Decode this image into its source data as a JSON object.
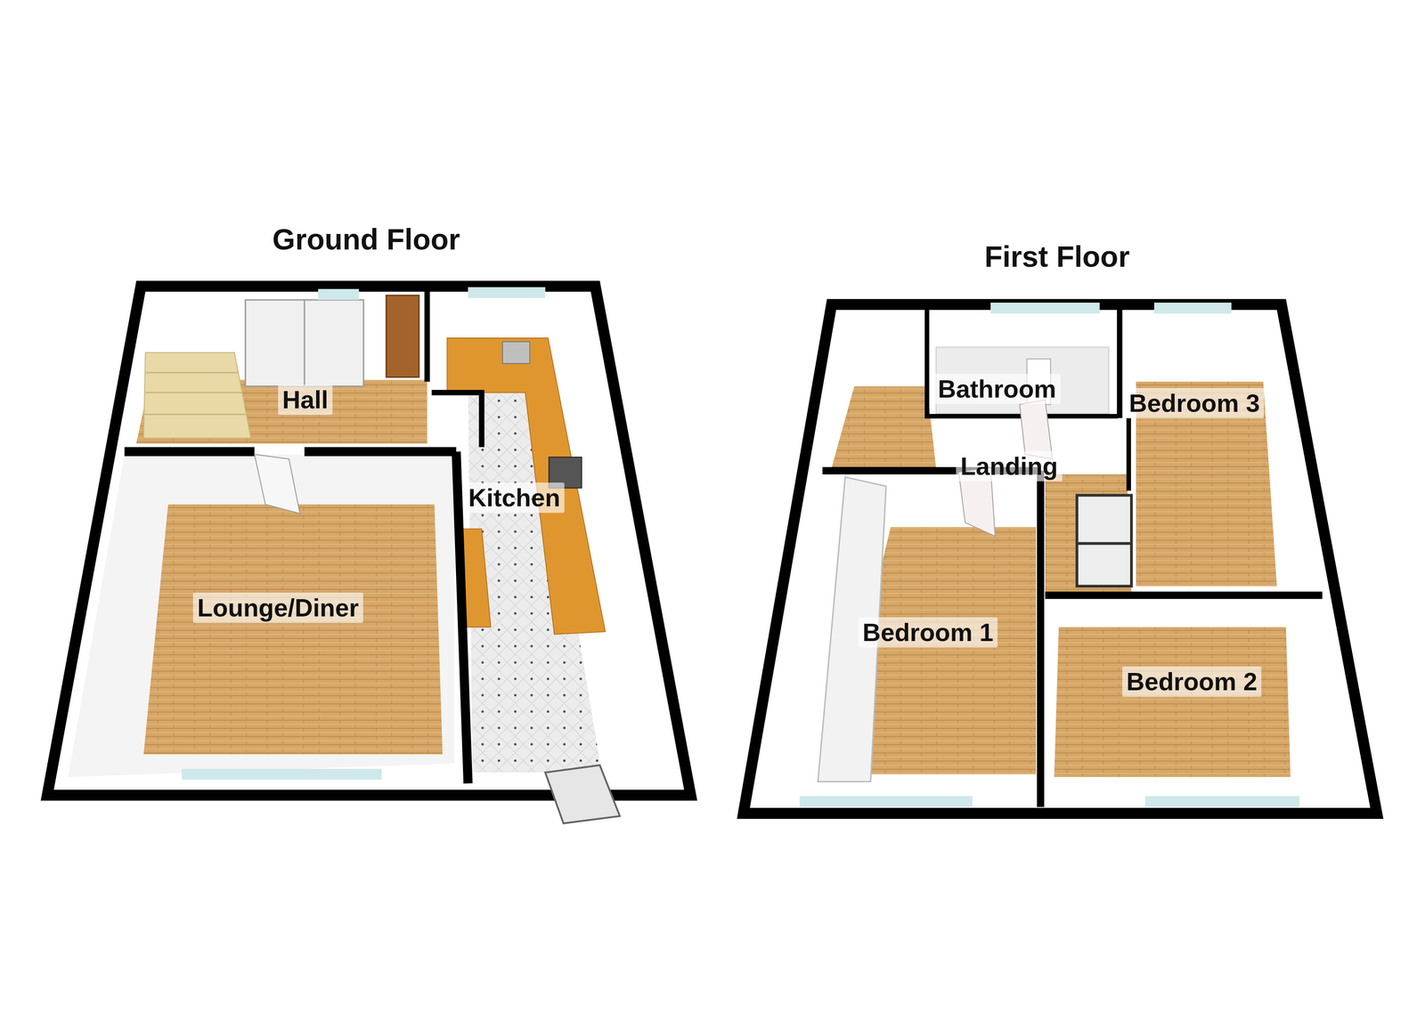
{
  "diagram": {
    "nodes": [
      {
        "text": [
          "Ground Floor"
        ]
      },
      {
        "text": [
          "Hall"
        ],
        "in": 0
      },
      {
        "text": [
          "Lounge/Diner"
        ],
        "in": 0
      },
      {
        "text": [
          "Kitchen"
        ],
        "in": 0
      },
      {
        "text": [
          "First Floor"
        ]
      },
      {
        "text": [
          "Bathroom"
        ],
        "in": 4
      },
      {
        "text": [
          "Bedroom 3"
        ],
        "in": 4
      },
      {
        "text": [
          "Landing"
        ],
        "in": 4
      },
      {
        "text": [
          "Bedroom 1"
        ],
        "in": 4
      },
      {
        "text": [
          "Bedroom 2"
        ],
        "in": 4
      }
    ]
  }
}
